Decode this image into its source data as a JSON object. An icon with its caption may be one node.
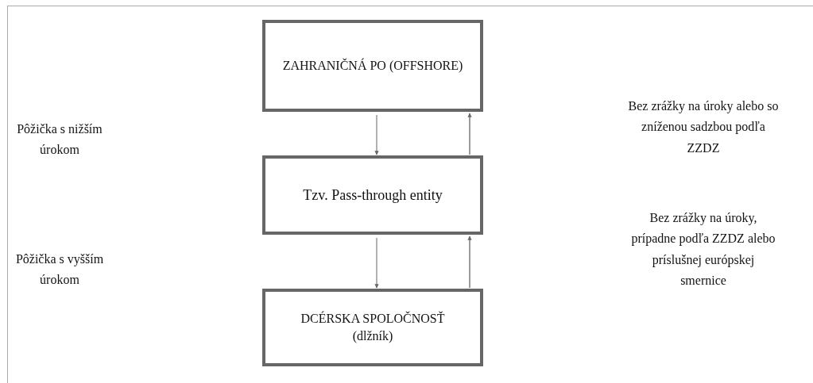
{
  "diagram": {
    "nodes": [
      {
        "text": [
          "ZAHRANIČNÁ PO (OFFSHORE)"
        ]
      },
      {
        "text": [
          "Tzv. Pass-through entity"
        ]
      },
      {
        "text": [
          "DCÉRSKA SPOLOČNOSŤ",
          "(dlžník)"
        ]
      }
    ],
    "edges": [
      {
        "from": 0,
        "to": 1,
        "arrow": "to"
      },
      {
        "from": 1,
        "to": 0,
        "arrow": "to"
      },
      {
        "from": 1,
        "to": 2,
        "arrow": "to"
      },
      {
        "from": 2,
        "to": 1,
        "arrow": "to"
      }
    ],
    "labels": [
      "Pôžička s nižším úrokom",
      "Bez zrážky na úroky alebo so zníženou sadzbou podľa ZZDZ",
      "Pôžička s vyšším úrokom",
      "Bez zrážky na úroky, prípadne podľa ZZDZ alebo príslušnej európskej smernice"
    ]
  }
}
